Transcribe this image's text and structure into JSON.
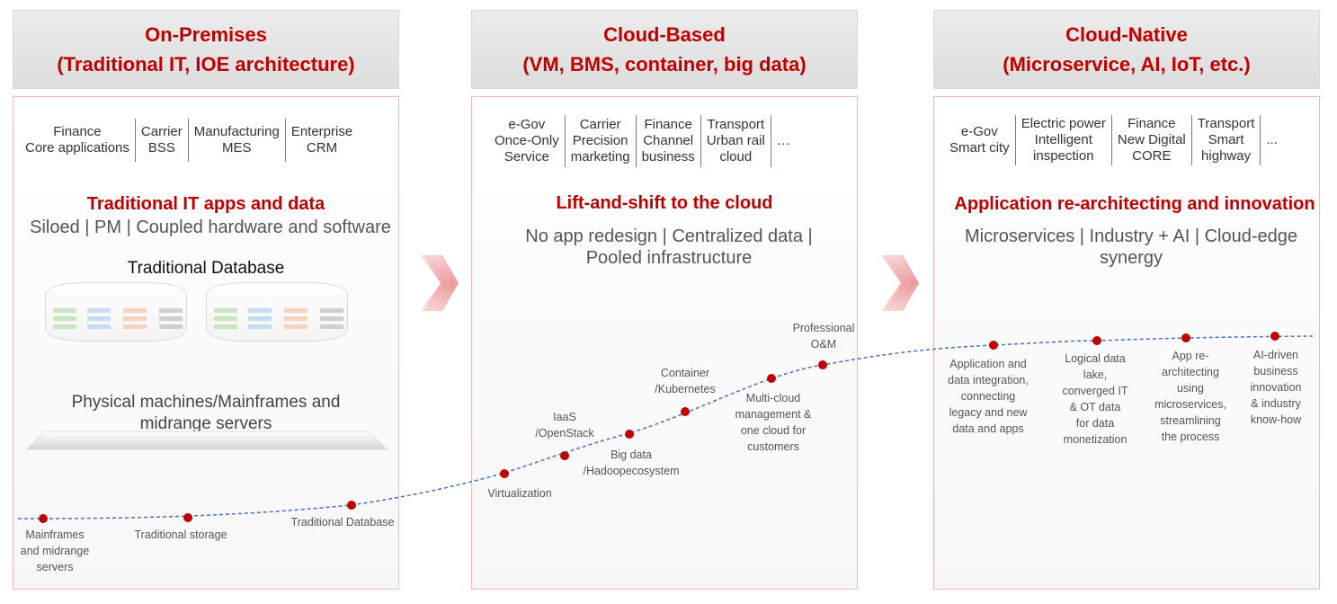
{
  "columns": [
    {
      "header": [
        "On-Premises",
        "(Traditional  IT, IOE architecture)"
      ],
      "apps": [
        [
          "Finance",
          "Core applications"
        ],
        [
          "Carrier",
          "BSS"
        ],
        [
          "Manufacturing",
          "MES"
        ],
        [
          "Enterprise",
          "CRM"
        ]
      ],
      "headline": "Traditional IT apps and data",
      "subtitle": "Siloed | PM | Coupled hardware and software",
      "db_title": "Traditional Database",
      "infra": [
        "Physical machines/Mainframes and",
        "midrange servers"
      ]
    },
    {
      "header": [
        "Cloud-Based",
        "(VM, BMS, container, big data)"
      ],
      "apps": [
        [
          "e-Gov",
          "Once-Only",
          "Service"
        ],
        [
          "Carrier",
          "Precision",
          "marketing"
        ],
        [
          "Finance",
          "Channel",
          "business"
        ],
        [
          "Transport",
          "Urban rail",
          "cloud"
        ],
        [
          "…"
        ]
      ],
      "headline": "Lift-and-shift to the cloud",
      "subtitle": [
        "No app redesign | Centralized data |",
        "Pooled infrastructure"
      ]
    },
    {
      "header": [
        "Cloud-Native",
        "(Microservice, AI, IoT, etc.)"
      ],
      "apps": [
        [
          "e-Gov",
          "Smart city"
        ],
        [
          "Electric power",
          "Intelligent",
          "inspection"
        ],
        [
          "Finance",
          "New Digital",
          "CORE"
        ],
        [
          "Transport",
          "Smart",
          "highway"
        ],
        [
          "..."
        ]
      ],
      "headline": "Application re-architecting and innovation",
      "subtitle": [
        "Microservices | Industry + AI | Cloud-edge",
        "synergy"
      ]
    }
  ],
  "curve_points": [
    {
      "label": [
        "Mainframes",
        "and midrange",
        "servers"
      ]
    },
    {
      "label": [
        "Traditional storage"
      ]
    },
    {
      "label": [
        "Traditional Database"
      ]
    },
    {
      "label": [
        "Virtualization"
      ]
    },
    {
      "label": [
        "IaaS",
        "/OpenStack"
      ]
    },
    {
      "label": [
        "Big data",
        "/Hadoopecosystem"
      ]
    },
    {
      "label": [
        "Container",
        "/Kubernetes"
      ]
    },
    {
      "label": [
        "Multi-cloud",
        "management &",
        "one cloud for",
        "customers"
      ]
    },
    {
      "label": [
        "Professional",
        "O&M"
      ]
    },
    {
      "label": [
        "Application and",
        "data integration,",
        "connecting",
        "legacy and new",
        "data and apps"
      ]
    },
    {
      "label": [
        "Logical data",
        "lake,",
        "converged IT",
        "& OT data",
        "for data",
        "monetization"
      ]
    },
    {
      "label": [
        "App re-",
        "architecting",
        "using",
        "microservices,",
        "streamlining",
        "the process"
      ]
    },
    {
      "label": [
        "AI-driven",
        "business",
        "innovation",
        "& industry",
        "know-how"
      ]
    }
  ],
  "colors": {
    "accent": "#c00000",
    "curve": "#4472c4",
    "dot": "#c00000"
  }
}
